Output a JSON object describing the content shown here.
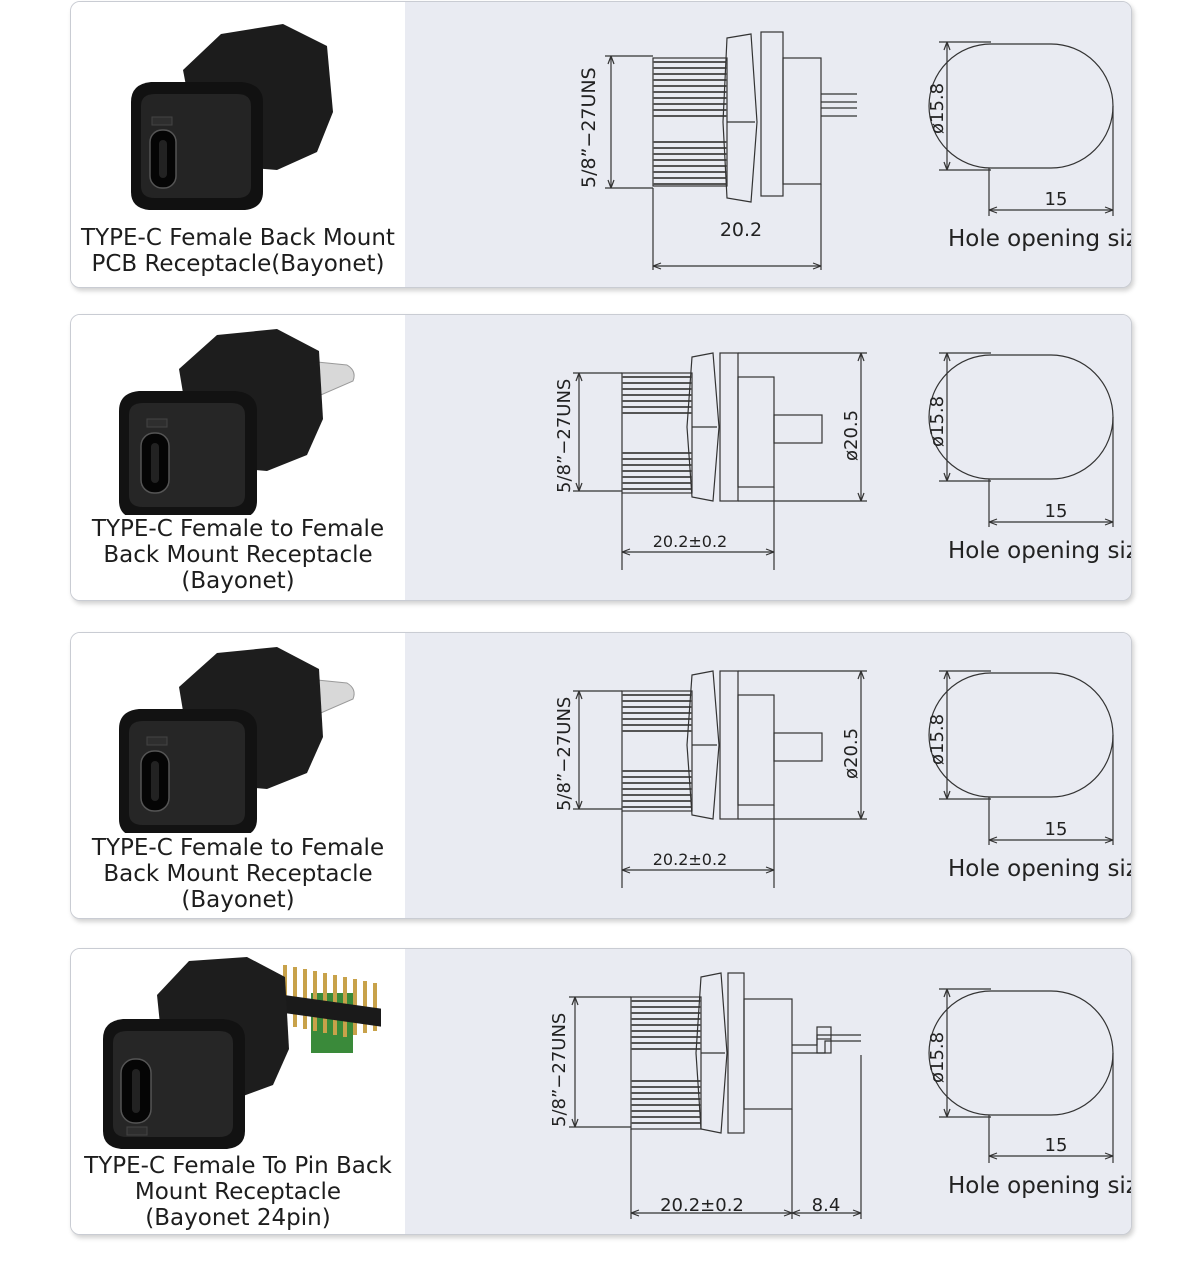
{
  "products": [
    {
      "caption": "TYPE-C Female Back Mount\nPCB Receptacle(Bayonet)",
      "thread_label": "5/8”−27UNS",
      "length_label": "20.2",
      "flange_label": "",
      "tail_label": "",
      "hole_diameter_label": "ø15.8",
      "hole_width_label": "15",
      "hole_caption": "Hole opening size"
    },
    {
      "caption": "TYPE-C Female to Female\nBack Mount Receptacle\n(Bayonet)",
      "thread_label": "5/8”−27UNS",
      "length_label": "20.2±0.2",
      "flange_label": "ø20.5",
      "tail_label": "",
      "hole_diameter_label": "ø15.8",
      "hole_width_label": "15",
      "hole_caption": "Hole opening size"
    },
    {
      "caption": "TYPE-C Female to Female\nBack Mount Receptacle\n(Bayonet)",
      "thread_label": "5/8”−27UNS",
      "length_label": "20.2±0.2",
      "flange_label": "ø20.5",
      "tail_label": "",
      "hole_diameter_label": "ø15.8",
      "hole_width_label": "15",
      "hole_caption": "Hole opening size"
    },
    {
      "caption": "TYPE-C Female To Pin Back\nMount Receptacle\n(Bayonet 24pin)",
      "thread_label": "5/8”−27UNS",
      "length_label": "20.2±0.2",
      "flange_label": "",
      "tail_label": "8.4",
      "hole_diameter_label": "ø15.8",
      "hole_width_label": "15",
      "hole_caption": "Hole opening size"
    }
  ]
}
